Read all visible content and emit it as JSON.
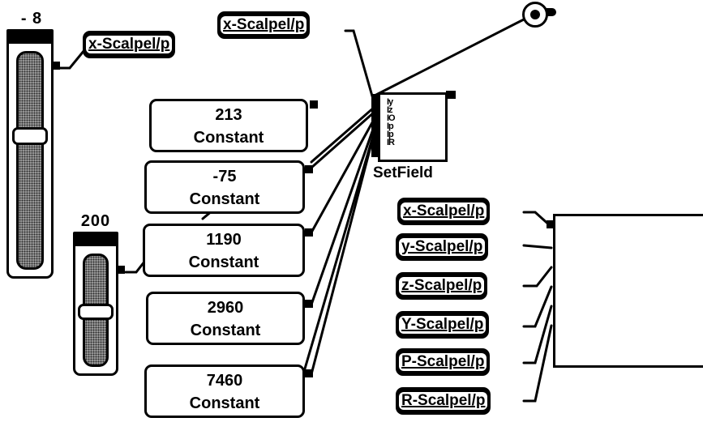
{
  "sliders": [
    {
      "id": "slider-a",
      "value": "- 8",
      "thumb_level": 0.55
    },
    {
      "id": "slider-b",
      "value": "200",
      "thumb_level": 0.45
    }
  ],
  "scalpel_labels": {
    "slider_a_label": "x-Scalpel/p",
    "setfield_input_label": "x-Scalpel/p"
  },
  "constants": [
    {
      "value": "213",
      "type": "Constant"
    },
    {
      "value": "-75",
      "type": "Constant"
    },
    {
      "value": "1190",
      "type": "Constant"
    },
    {
      "value": "2960",
      "type": "Constant"
    },
    {
      "value": "7460",
      "type": "Constant"
    }
  ],
  "setfield": {
    "title": "SetField",
    "fields": [
      "Iy",
      "Iz",
      "IO",
      "Ip",
      "Ip",
      "IR"
    ]
  },
  "output_labels": [
    "x-Scalpel/p",
    "y-Scalpel/p",
    "z-Scalpel/p",
    "Y-Scalpel/p",
    "P-Scalpel/p",
    "R-Scalpel/p"
  ],
  "icons": [
    "knob-icon"
  ]
}
